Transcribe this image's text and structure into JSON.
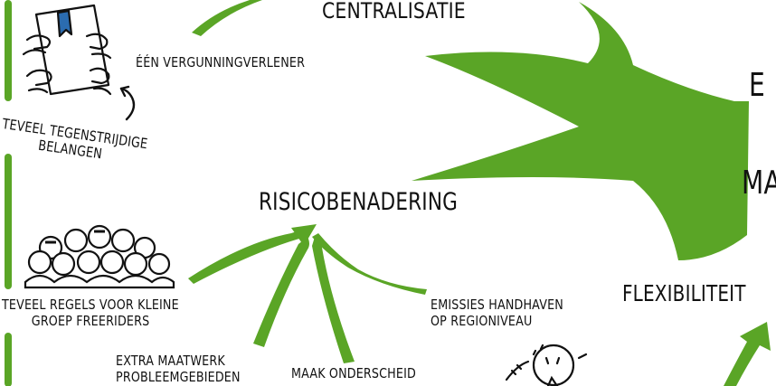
{
  "colors": {
    "arrow_green": "#5aa526",
    "ink": "#111111",
    "background": "#ffffff"
  },
  "labels": {
    "centralisatie": "CENTRALISATIE",
    "een_vergunningverlener": "ÉÉN VERGUNNINGVERLENER",
    "teveel_tegenstrijdige_line1": "TEVEEL TEGENSTRIJDIGE",
    "teveel_tegenstrijdige_line2": "BELANGEN",
    "risicobenadering": "RISICOBENADERING",
    "teveel_regels_line1": "TEVEEL REGELS VOOR KLEINE",
    "teveel_regels_line2": "GROEP FREERIDERS",
    "emissies_line1": "EMISSIES HANDHAVEN",
    "emissies_line2": "OP REGIONIVEAU",
    "extra_maatwerk_line1": "EXTRA MAATWERK",
    "extra_maatwerk_line2": "PROBLEEMGEBIEDEN",
    "maak_onderscheid": "MAAK ONDERSCHEID",
    "flexibiliteit": "FLEXIBILITEIT",
    "cut_word_1": "E",
    "cut_word_2": "MA"
  },
  "icons": {
    "document_hands": "document-with-hands-icon",
    "crowd": "crowd-icon",
    "curved_arrow": "curved-arrow-icon",
    "person_sketch": "person-sketch-icon"
  }
}
